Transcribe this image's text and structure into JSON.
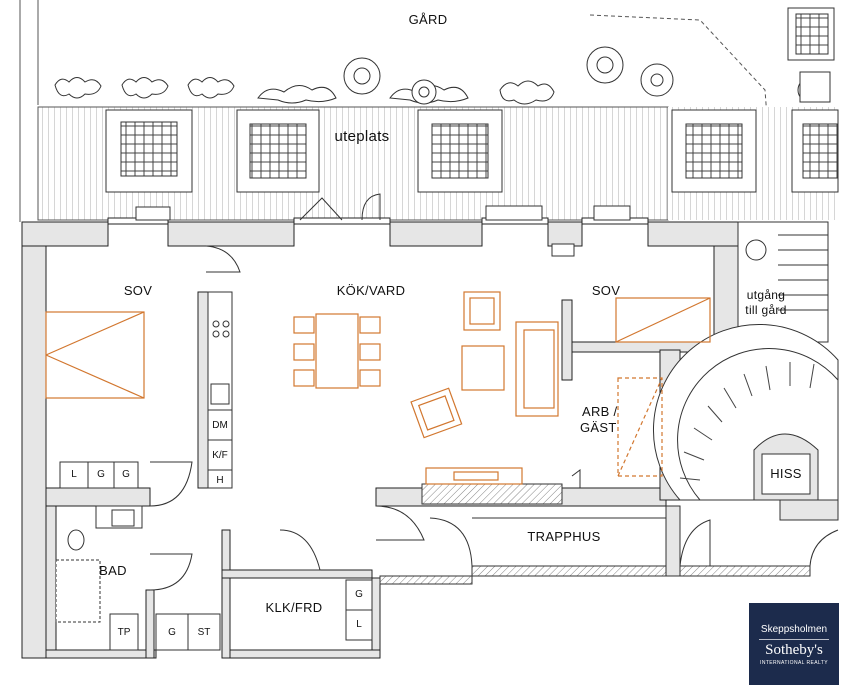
{
  "rooms": {
    "gard": "GÅRD",
    "uteplats": "uteplats",
    "sov_left": "SOV",
    "kok_vard": "KÖK/VARD",
    "sov_right": "SOV",
    "utgang_line1": "utgång",
    "utgang_line2": "till gård",
    "arb_line1": "ARB /",
    "arb_line2": "GÄST",
    "hiss": "HISS",
    "trapphus": "TRAPPHUS",
    "bad": "BAD",
    "klk_frd": "KLK/FRD"
  },
  "fixtures": {
    "l": "L",
    "g1": "G",
    "g2": "G",
    "dm": "DM",
    "kf": "K/F",
    "h": "H",
    "tp": "TP",
    "g3": "G",
    "st": "ST",
    "g4": "G",
    "l2": "L"
  },
  "logo": {
    "line1": "Skeppsholmen",
    "line2": "Sotheby's",
    "line3": "INTERNATIONAL REALTY"
  },
  "colors": {
    "furniture": "#d2772f",
    "wall": "#e6e6e6",
    "line": "#222222",
    "logo_bg": "#1c2b4c"
  }
}
